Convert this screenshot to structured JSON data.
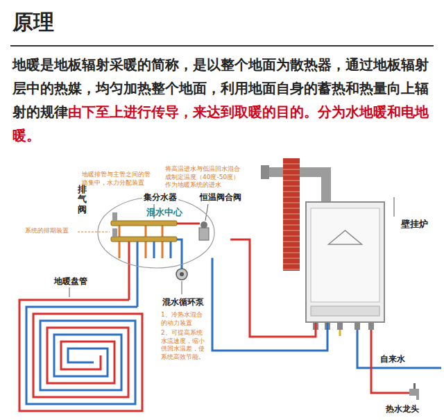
{
  "diagram": {
    "title": "原理",
    "nodes": [
      {
        "text": [
          "混水中心"
        ]
      },
      {
        "text": [
          "壁挂炉"
        ]
      }
    ],
    "edges": [
      {
        "from": 1,
        "to": 0,
        "arrow": "none"
      },
      {
        "from": 1,
        "to": 0,
        "arrow": "none"
      }
    ],
    "labels": [
      "地暖是地板辐射采暖的简称，是以整个地面为散热器，通过地板辐射层中的热媒，均匀加热整个地面，利用地面自身的蓄热和热量向上辐射的规律",
      "由下至上进行传导，来达到取暖的目的。分为水地暖和电地暖。",
      "地暖排管与主管之间的管路集中，水力分配装置",
      "集分水器",
      "将高温进水与低温回水混合成制定温度（40度-50度）作为地暖系统的进水",
      "恒温阀合阀",
      "排气阀",
      "系统的排期装置",
      "地暖盘管",
      "混水循环泵",
      "1、冷热水混合的动力装置",
      "2、可提高系统水流速度，缩小供回水温差，使系统高效节能。",
      "自来水",
      "热水龙头"
    ]
  }
}
